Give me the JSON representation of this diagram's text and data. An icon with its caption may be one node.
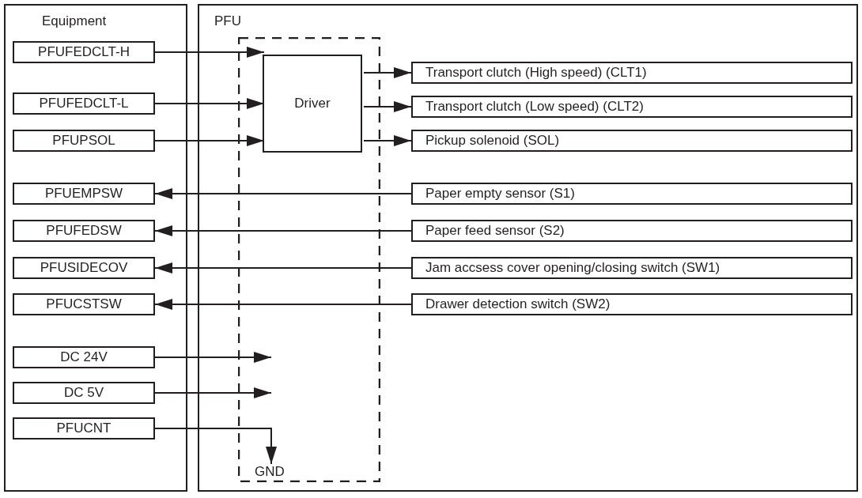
{
  "diagram": {
    "nodes": [
      {
        "text": [
          "Equipment"
        ]
      },
      {
        "text": [
          "PFUFEDCLT-H"
        ],
        "in": 0
      },
      {
        "text": [
          "PFUFEDCLT-L"
        ],
        "in": 0
      },
      {
        "text": [
          "PFUPSOL"
        ],
        "in": 0
      },
      {
        "text": [
          "PFUEMPSW"
        ],
        "in": 0
      },
      {
        "text": [
          "PFUFEDSW"
        ],
        "in": 0
      },
      {
        "text": [
          "PFUSIDECOV"
        ],
        "in": 0
      },
      {
        "text": [
          "PFUCSTSW"
        ],
        "in": 0
      },
      {
        "text": [
          "DC 24V"
        ],
        "in": 0
      },
      {
        "text": [
          "DC 5V"
        ],
        "in": 0
      },
      {
        "text": [
          "PFUCNT"
        ],
        "in": 0
      },
      {
        "text": [
          "PFU"
        ]
      },
      {
        "text": [],
        "shape": "box",
        "in": 11
      },
      {
        "text": [
          "Driver"
        ],
        "in": 12
      },
      {
        "text": [
          "GND"
        ],
        "in": 12
      },
      {
        "text": [
          "Transport clutch (High speed) (CLT1)"
        ],
        "in": 11
      },
      {
        "text": [
          "Transport clutch (Low speed) (CLT2)"
        ],
        "in": 11
      },
      {
        "text": [
          "Pickup solenoid (SOL)"
        ],
        "in": 11
      },
      {
        "text": [
          "Paper empty sensor (S1)"
        ],
        "in": 11
      },
      {
        "text": [
          "Paper feed sensor (S2)"
        ],
        "in": 11
      },
      {
        "text": [
          "Jam accsess cover opening/closing switch (SW1)"
        ],
        "in": 11
      },
      {
        "text": [
          "Drawer detection switch (SW2)"
        ],
        "in": 11
      }
    ],
    "edges": [
      {
        "from": 1,
        "to": 13,
        "arrow": "to"
      },
      {
        "from": 2,
        "to": 13,
        "arrow": "to"
      },
      {
        "from": 3,
        "to": 13,
        "arrow": "to"
      },
      {
        "from": 13,
        "to": 15,
        "arrow": "to"
      },
      {
        "from": 13,
        "to": 16,
        "arrow": "to"
      },
      {
        "from": 13,
        "to": 17,
        "arrow": "to"
      },
      {
        "from": 18,
        "to": 4,
        "arrow": "to"
      },
      {
        "from": 19,
        "to": 5,
        "arrow": "to"
      },
      {
        "from": 20,
        "to": 6,
        "arrow": "to"
      },
      {
        "from": 21,
        "to": 7,
        "arrow": "to"
      },
      {
        "from": 8,
        "to": null,
        "arrow": "to"
      },
      {
        "from": 9,
        "to": null,
        "arrow": "to"
      },
      {
        "from": 10,
        "to": 14,
        "arrow": "to"
      }
    ]
  }
}
